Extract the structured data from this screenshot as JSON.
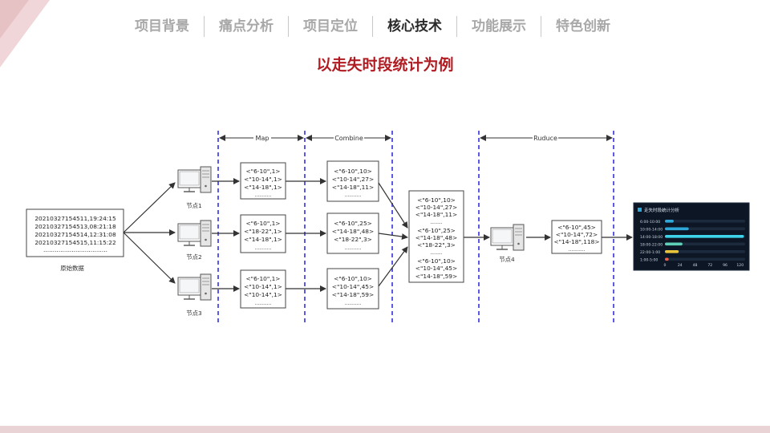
{
  "nav": {
    "items": [
      {
        "label": "项目背景",
        "active": false
      },
      {
        "label": "痛点分析",
        "active": false
      },
      {
        "label": "项目定位",
        "active": false
      },
      {
        "label": "核心技术",
        "active": true
      },
      {
        "label": "功能展示",
        "active": false
      },
      {
        "label": "特色创新",
        "active": false
      }
    ]
  },
  "subtitle": "以走失时段统计为例",
  "diagram": {
    "stages": {
      "map": "Map",
      "combine": "Combine",
      "reduce": "Ruduce"
    },
    "raw_data": {
      "lines": [
        "20210327154511,19:24:15",
        "20210327154513,08:21:18",
        "20210327154514,12:31:08",
        "20210327154515,11:15:22"
      ],
      "ellipsis": "..................................",
      "label": "原始数据"
    },
    "nodes": {
      "n1": "节点1",
      "n2": "节点2",
      "n3": "节点3",
      "n4": "节点4"
    },
    "map_boxes": [
      [
        "<\"6-10\",1>",
        "<\"10-14\",1>",
        "<\"14-18\",1>",
        "..........."
      ],
      [
        "<\"6-10\",1>",
        "<\"18-22\",1>",
        "<\"14-18\",1>",
        "..........."
      ],
      [
        "<\"6-10\",1>",
        "<\"10-14\",1>",
        "<\"10-14\",1>",
        "..........."
      ]
    ],
    "combine_boxes": [
      [
        "<\"6-10\",10>",
        "<\"10-14\",27>",
        "<\"14-18\",11>",
        "..........."
      ],
      [
        "<\"6-10\",25>",
        "<\"14-18\",48>",
        "<\"18-22\",3>",
        "..........."
      ],
      [
        "<\"6-10\",10>",
        "<\"10-14\",45>",
        "<\"14-18\",59>",
        "..........."
      ]
    ],
    "shuffle_box": [
      "<\"6-10\",10>",
      "<\"10-14\",27>",
      "<\"14-18\",11>",
      "........",
      "<\"6-10\",25>",
      "<\"14-18\",48>",
      "<\"18-22\",3>",
      "........",
      "<\"6-10\",10>",
      "<\"10-14\",45>",
      "<\"14-18\",59>"
    ],
    "reduce_box": [
      "<\"6-10\",45>",
      "<\"10-14\",72>",
      "<\"14-18\",118>",
      "..........."
    ]
  },
  "chart_data": {
    "type": "bar",
    "orientation": "horizontal",
    "title": "走失时段统计分析",
    "categories": [
      "6:00-10:00",
      "10:00-14:00",
      "14:00-18:00",
      "18:00-22:00",
      "22:00-1:00",
      "1:00-5:00"
    ],
    "values": [
      14,
      38,
      126,
      28,
      22,
      6
    ],
    "colors": [
      "#2ea8d8",
      "#2ea8d8",
      "#3fd3ea",
      "#5fd0b8",
      "#e8c43a",
      "#e8604a"
    ],
    "xticks": [
      "0",
      "24",
      "48",
      "72",
      "96",
      "120"
    ],
    "xlim": [
      0,
      128
    ],
    "background": "#0d1624"
  }
}
